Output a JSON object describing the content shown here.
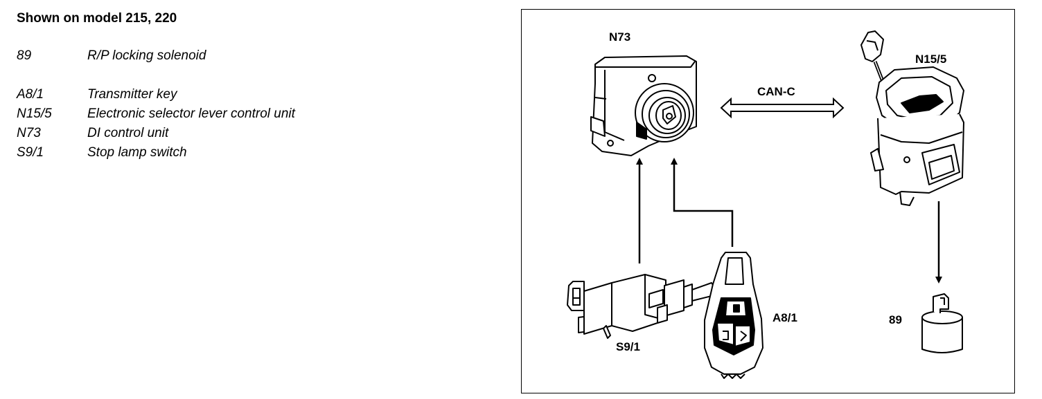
{
  "header": {
    "title": "Shown on model 215, 220"
  },
  "legend": [
    {
      "code": "89",
      "description": "R/P locking solenoid"
    },
    {
      "code": "A8/1",
      "description": "Transmitter key"
    },
    {
      "code": "N15/5",
      "description": "Electronic selector lever control unit"
    },
    {
      "code": "N73",
      "description": "DI control unit"
    },
    {
      "code": "S9/1",
      "description": "Stop lamp switch"
    }
  ],
  "diagram": {
    "labels": {
      "n73": "N73",
      "n155": "N15/5",
      "can": "CAN-C",
      "a81": "A8/1",
      "s91": "S9/1",
      "sol": "89"
    }
  }
}
